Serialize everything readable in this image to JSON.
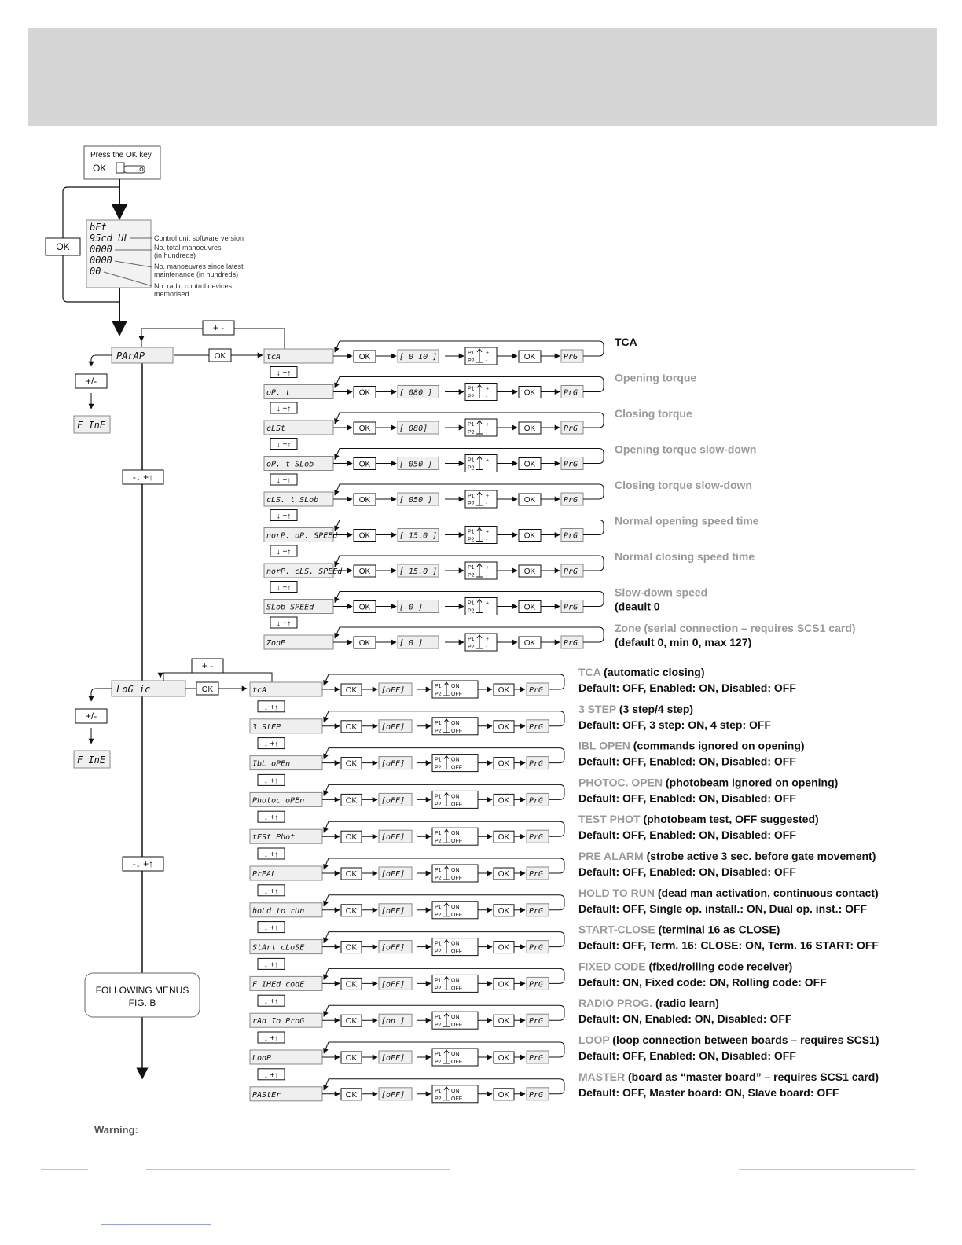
{
  "start": {
    "press_ok": "Press the OK key",
    "ok": "OK"
  },
  "lcd_intro": {
    "lines": [
      "bFt",
      "95cd UL",
      "0000",
      "0000",
      "00"
    ],
    "notes": [
      [
        "Control unit software version"
      ],
      [
        "No. total manoeuvres",
        "(in hundreds)"
      ],
      [
        "No. manoeuvres since latest",
        "maintenance (in hundreds)"
      ],
      [
        "No. radio control devices",
        "memorised"
      ]
    ]
  },
  "labels": {
    "ok": "OK",
    "plusminus": "+ -",
    "pm_slash": "+/-",
    "nav": "-↓ +↑",
    "nav_small": "↓ +↑",
    "fine": "F InE",
    "prg": "PrG",
    "on": "ON",
    "off": "OFF",
    "p1": "P1",
    "p2": "P2",
    "following": [
      "FOLLOWING MENUS",
      "FIG. B"
    ],
    "warning": "Warning:"
  },
  "param_menu": {
    "title": "PArAP",
    "rows": [
      {
        "code": "tcA",
        "value": "[ 0 10 ]",
        "desc": "TCA",
        "sub": ""
      },
      {
        "code": "oP. t",
        "value": "[ 080 ]",
        "desc": "Opening torque",
        "sub": ""
      },
      {
        "code": "cLSt",
        "value": "[  080]",
        "desc": "Closing torque",
        "sub": ""
      },
      {
        "code": "oP. t SLob",
        "value": "[ 050 ]",
        "desc": "Opening torque slow-down",
        "sub": ""
      },
      {
        "code": "cLS. t SLob",
        "value": "[ 050 ]",
        "desc": "Closing torque slow-down",
        "sub": ""
      },
      {
        "code": "norP. oP. SPEEd",
        "value": "[ 15.0  ]",
        "desc": "Normal opening speed time",
        "sub": ""
      },
      {
        "code": "norP. cLS. SPEEd",
        "value": "[ 15.0  ]",
        "desc": "Normal closing speed time",
        "sub": ""
      },
      {
        "code": "SLob SPEEd",
        "value": "[   0   ]",
        "desc": "Slow-down speed",
        "sub": "(deault 0"
      },
      {
        "code": "ZonE",
        "value": "[   0   ]",
        "desc": "Zone (serial connection – requires SCS1 card)",
        "sub": "(default 0, min 0, max 127)"
      }
    ]
  },
  "logic_menu": {
    "title": "LoG ic",
    "rows": [
      {
        "code": "tcA",
        "value": "[oFF]",
        "name": "TCA",
        "rest": " (automatic closing)",
        "def": "Default: OFF, Enabled: ON, Disabled: OFF"
      },
      {
        "code": "3 StEP",
        "value": "[oFF]",
        "name": "3 STEP",
        "rest": " (3 step/4 step)",
        "def": "Default: OFF, 3 step: ON, 4 step: OFF"
      },
      {
        "code": "IbL  oPEn",
        "value": "[oFF]",
        "name": "IBL OPEN",
        "rest": " (commands ignored on opening)",
        "def": "Default: OFF, Enabled: ON, Disabled: OFF"
      },
      {
        "code": "Photoc oPEn",
        "value": "[oFF]",
        "name": "PHOTOC. OPEN",
        "rest": " (photobeam ignored on opening)",
        "def": "Default: OFF, Enabled: ON, Disabled: OFF"
      },
      {
        "code": "tESt Phot",
        "value": "[oFF]",
        "name": "TEST PHOT",
        "rest": " (photobeam test, OFF suggested)",
        "def": "Default: OFF, Enabled: ON, Disabled: OFF"
      },
      {
        "code": "PrEAL",
        "value": "[oFF]",
        "name": "PRE ALARM",
        "rest": " (strobe active 3 sec. before gate movement)",
        "def": "Default: OFF, Enabled: ON, Disabled: OFF"
      },
      {
        "code": "hoLd  to  rUn",
        "value": "[oFF]",
        "name": "HOLD TO RUN",
        "rest": " (dead man activation, continuous contact)",
        "def": "Default: OFF, Single op. install.: ON, Dual op. inst.: OFF"
      },
      {
        "code": "StArt  cLoSE",
        "value": "[oFF]",
        "name": "START-CLOSE",
        "rest": " (terminal 16 as CLOSE)",
        "def": "Default: OFF, Term. 16: CLOSE: ON, Term. 16 START: OFF"
      },
      {
        "code": "F IHEd  codE",
        "value": "[oFF]",
        "name": "FIXED CODE",
        "rest": " (fixed/rolling code receiver)",
        "def": "Default: ON, Fixed code: ON, Rolling code: OFF"
      },
      {
        "code": "rAd Io  ProG",
        "value": "[on  ]",
        "name": "RADIO PROG.",
        "rest": " (radio learn)",
        "def": "Default: ON, Enabled: ON, Disabled: OFF"
      },
      {
        "code": "LooP",
        "value": "[oFF]",
        "name": "LOOP",
        "rest": " (loop connection between boards – requires SCS1)",
        "def": "Default: OFF, Enabled: ON, Disabled: OFF"
      },
      {
        "code": "PAStEr",
        "value": "[oFF]",
        "name": "MASTER",
        "rest": " (board as “master board” – requires SCS1 card)",
        "def": "Default: OFF, Master board: ON, Slave board: OFF"
      }
    ]
  }
}
